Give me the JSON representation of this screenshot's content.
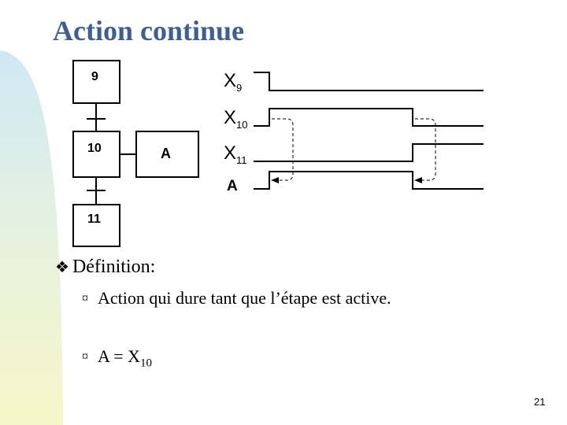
{
  "title": "Action continue",
  "grafcet": {
    "steps": [
      {
        "label": "9"
      },
      {
        "label": "10"
      },
      {
        "label": "11"
      }
    ],
    "action_label": "A"
  },
  "chronogram": {
    "signals": [
      {
        "name": "X",
        "sub": "9"
      },
      {
        "name": "X",
        "sub": "10"
      },
      {
        "name": "X",
        "sub": "11"
      },
      {
        "name": "A",
        "sub": ""
      }
    ]
  },
  "bullets": {
    "main_glyph": "❖",
    "main_label": "Définition:",
    "sub_glyph": "¤",
    "items": [
      {
        "text": "Action qui dure tant que l’étape est active.",
        "sub": ""
      },
      {
        "text": "A = X",
        "sub": "10"
      }
    ]
  },
  "page_number": "21",
  "colors": {
    "title": "#3F5F8F",
    "band_top": "#CFE8F5",
    "band_bottom": "#F6F6C8"
  }
}
